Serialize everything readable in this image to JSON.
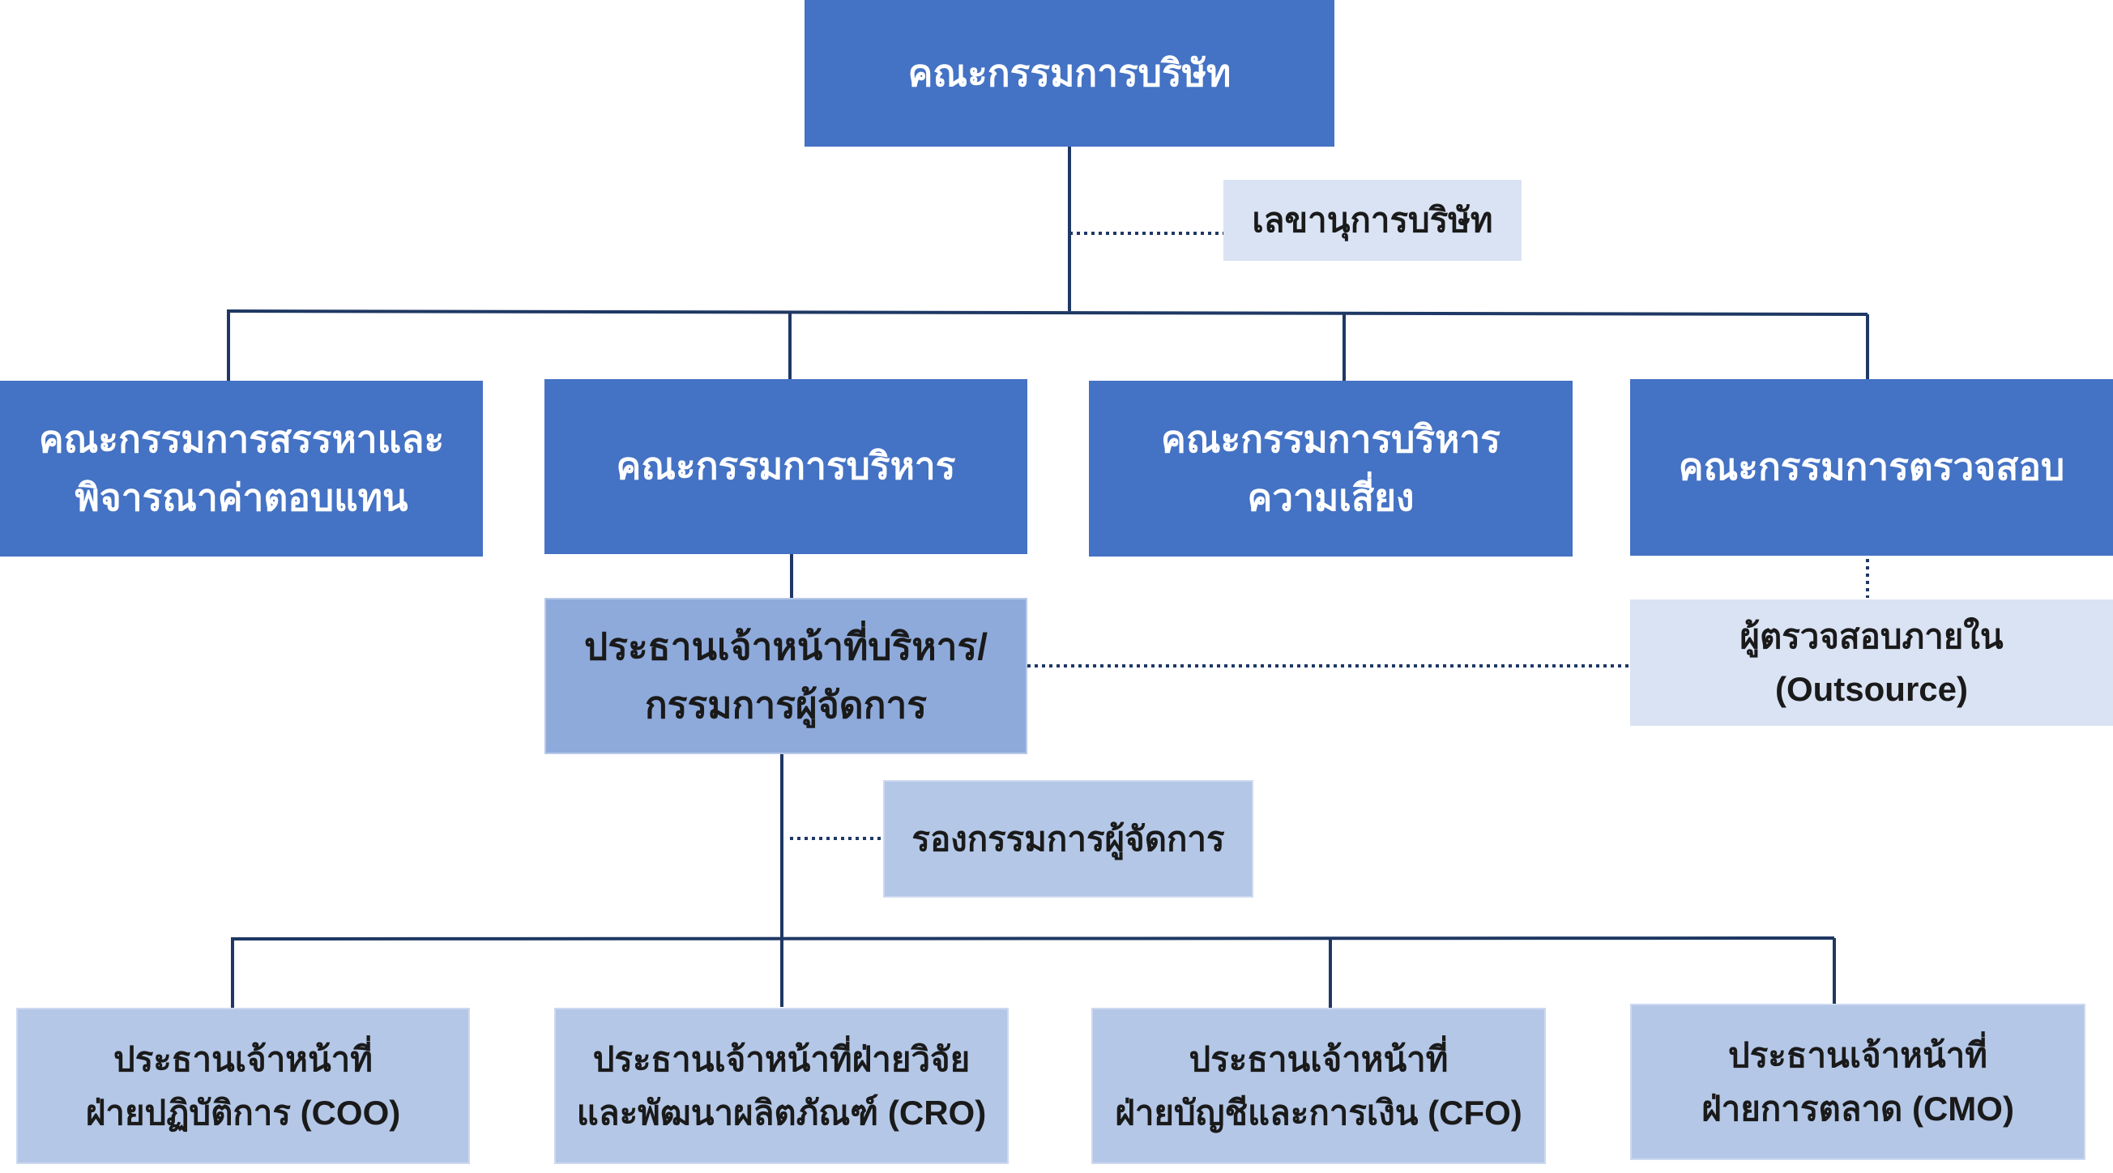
{
  "board": {
    "title": "คณะกรรมการบริษัท"
  },
  "secretary": {
    "title": "เลขานุการบริษัท"
  },
  "committees": {
    "nomination": {
      "line1": "คณะกรรมการสรรหาและ",
      "line2": "พิจารณาค่าตอบแทน"
    },
    "executive": {
      "title": "คณะกรรมการบริหาร"
    },
    "risk": {
      "line1": "คณะกรรมการบริหาร",
      "line2": "ความเสี่ยง"
    },
    "audit": {
      "title": "คณะกรรมการตรวจสอบ"
    }
  },
  "ceo": {
    "line1": "ประธานเจ้าหน้าที่บริหาร/",
    "line2": "กรรมการผู้จัดการ"
  },
  "internal_audit": {
    "line1": "ผู้ตรวจสอบภายใน",
    "line2": "(Outsource)"
  },
  "deputy_md": {
    "title": "รองกรรมการผู้จัดการ"
  },
  "officers": {
    "coo": {
      "line1": "ประธานเจ้าหน้าที่",
      "line2": "ฝ่ายปฏิบัติการ (COO)"
    },
    "cro": {
      "line1": "ประธานเจ้าหน้าที่ฝ่ายวิจัย",
      "line2": "และพัฒนาผลิตภัณฑ์ (CRO)"
    },
    "cfo": {
      "line1": "ประธานเจ้าหน้าที่",
      "line2": "ฝ่ายบัญชีและการเงิน (CFO)"
    },
    "cmo": {
      "line1": "ประธานเจ้าหน้าที่",
      "line2": "ฝ่ายการตลาด (CMO)"
    }
  },
  "colors": {
    "primary_box": "#4472c4",
    "ceo_box": "#8eaadb",
    "officer_box": "#b4c7e7",
    "support_box": "#dae3f3",
    "connector": "#1f3864"
  }
}
